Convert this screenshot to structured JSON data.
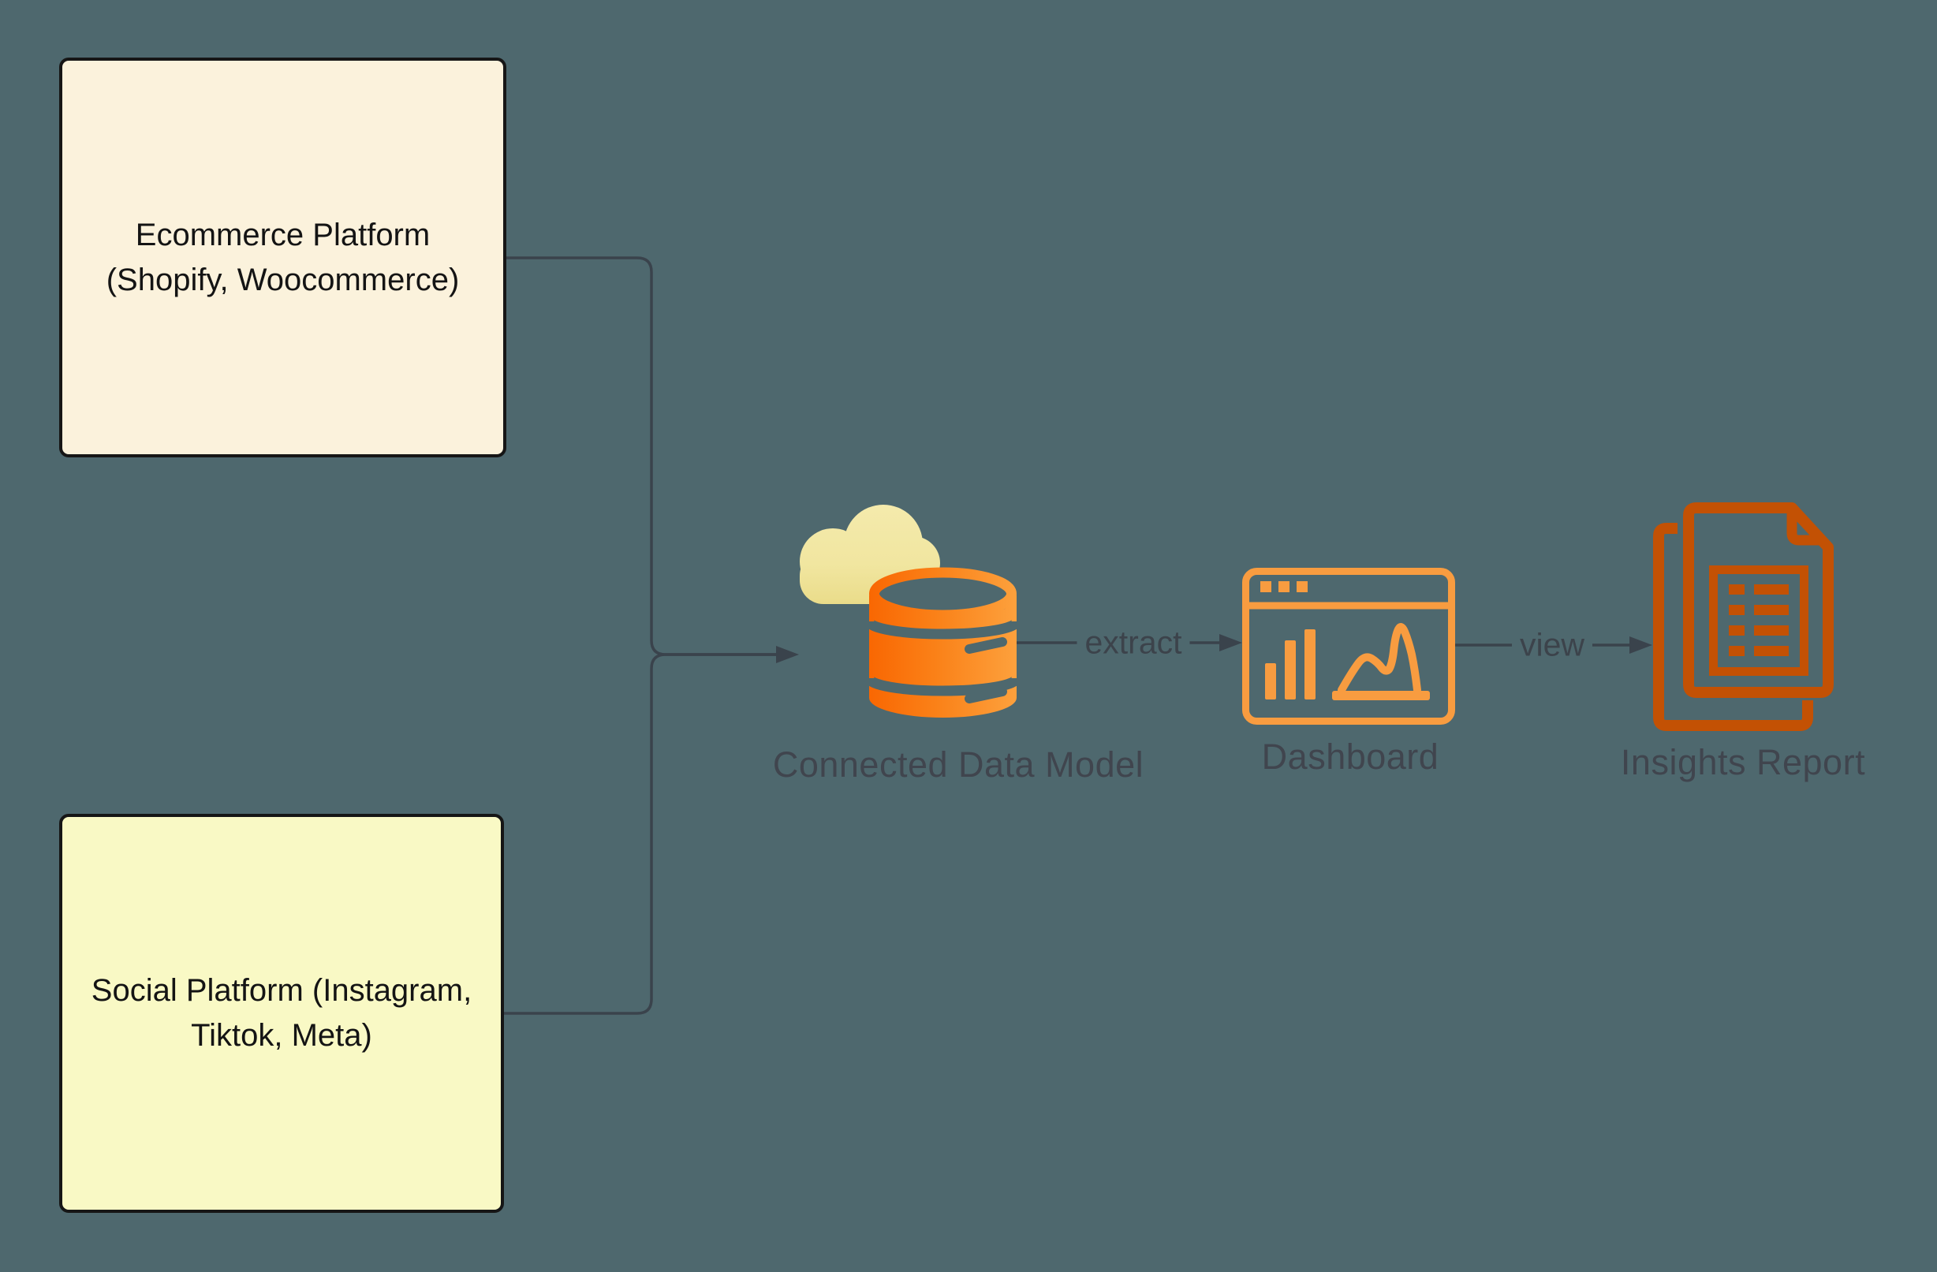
{
  "diagram": {
    "background_color": "#4E686E",
    "edge_color": "#3A434C",
    "label_text_color": "#40454E",
    "nodes": {
      "ecommerce": {
        "type": "box",
        "line1": "Ecommerce Platform",
        "line2": "(Shopify, Woocommerce)",
        "fill_color": "#FBF2DC",
        "border_color": "#161616"
      },
      "social": {
        "type": "box",
        "line1": "Social Platform (Instagram,",
        "line2": "Tiktok, Meta)",
        "fill_color": "#F9F9C5",
        "border_color": "#161616"
      },
      "data_model": {
        "type": "icon",
        "icon": "cloud-database-icon",
        "label": "Connected Data Model",
        "cloud_color": "#F2E7A2",
        "database_gradient": [
          "#F96702",
          "#FA8118",
          "#FDA13D"
        ]
      },
      "dashboard": {
        "type": "icon",
        "icon": "browser-chart-icon",
        "label": "Dashboard",
        "icon_color": "#F89C40"
      },
      "insights": {
        "type": "icon",
        "icon": "stacked-documents-icon",
        "label": "Insights Report",
        "icon_color": "#C35104"
      }
    },
    "edges": {
      "ecommerce_to_datamodel": {
        "from": "ecommerce",
        "to": "data_model"
      },
      "social_to_datamodel": {
        "from": "social",
        "to": "data_model"
      },
      "datamodel_to_dashboard": {
        "from": "data_model",
        "to": "dashboard",
        "label": "extract"
      },
      "dashboard_to_insights": {
        "from": "dashboard",
        "to": "insights",
        "label": "view"
      }
    }
  }
}
